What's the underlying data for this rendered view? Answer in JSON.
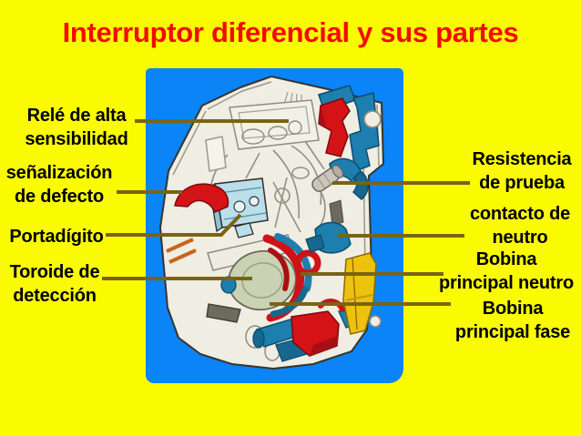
{
  "slide": {
    "title": "Interruptor diferencial y sus partes"
  },
  "labels": {
    "left": [
      {
        "id": "rele",
        "text": "Relé de alta\nsensibilidad"
      },
      {
        "id": "senalizacion",
        "text": "señalización\nde defecto"
      },
      {
        "id": "portadigito",
        "text": "Portadígito"
      },
      {
        "id": "toroide",
        "text": "Toroide de\ndetección"
      }
    ],
    "right": [
      {
        "id": "resistencia",
        "text": "Resistencia\nde prueba"
      },
      {
        "id": "contacto",
        "text": "contacto de\nneutro"
      },
      {
        "id": "bobina_neutro",
        "text": "Bobina\nprincipal neutro"
      },
      {
        "id": "bobina_fase",
        "text": "Bobina\nprincipal fase"
      }
    ]
  },
  "colors": {
    "page_background": "#FBFB00",
    "panel_blue": "#0A84F6",
    "title_red": "#F40B00",
    "label_text": "#000000",
    "leader_line": "#7A6414",
    "device_case": "#F0EDE3",
    "device_red": "#D51317",
    "device_teal": "#1E7FAE",
    "toroid_green": "#C9D2B2",
    "terminal_yellow": "#EDC20E"
  }
}
